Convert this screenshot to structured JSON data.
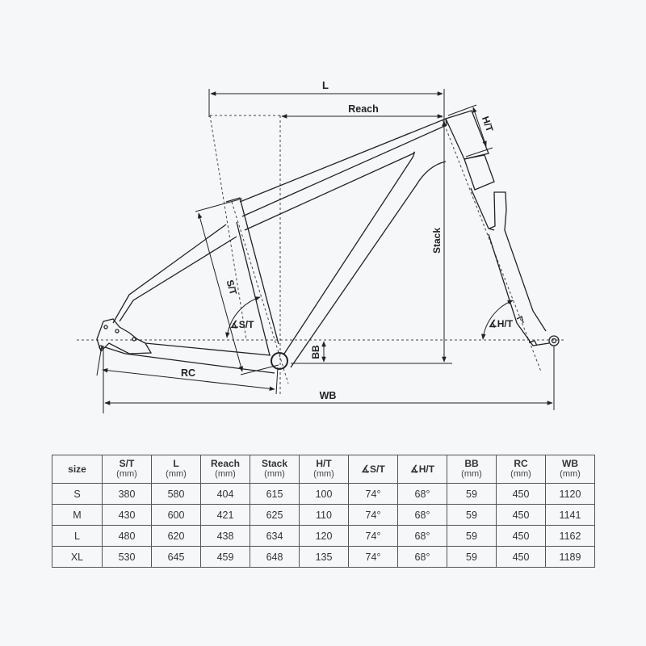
{
  "diagram": {
    "labels": {
      "L": "L",
      "reach": "Reach",
      "ht": "H/T",
      "stack": "Stack",
      "st": "S/T",
      "st_angle": "∡S/T",
      "ht_angle": "∡H/T",
      "bb": "BB",
      "rc": "RC",
      "wb": "WB"
    },
    "line_color": "#222222",
    "background": "#f6f7f9"
  },
  "table": {
    "headers": [
      {
        "label": "size",
        "unit": ""
      },
      {
        "label": "S/T",
        "unit": "(mm)"
      },
      {
        "label": "L",
        "unit": "(mm)"
      },
      {
        "label": "Reach",
        "unit": "(mm)"
      },
      {
        "label": "Stack",
        "unit": "(mm)"
      },
      {
        "label": "H/T",
        "unit": "(mm)"
      },
      {
        "label": "∡S/T",
        "unit": ""
      },
      {
        "label": "∡H/T",
        "unit": ""
      },
      {
        "label": "BB",
        "unit": "(mm)"
      },
      {
        "label": "RC",
        "unit": "(mm)"
      },
      {
        "label": "WB",
        "unit": "(mm)"
      }
    ],
    "rows": [
      [
        "S",
        "380",
        "580",
        "404",
        "615",
        "100",
        "74°",
        "68°",
        "59",
        "450",
        "1120"
      ],
      [
        "M",
        "430",
        "600",
        "421",
        "625",
        "110",
        "74°",
        "68°",
        "59",
        "450",
        "1141"
      ],
      [
        "L",
        "480",
        "620",
        "438",
        "634",
        "120",
        "74°",
        "68°",
        "59",
        "450",
        "1162"
      ],
      [
        "XL",
        "530",
        "645",
        "459",
        "648",
        "135",
        "74°",
        "68°",
        "59",
        "450",
        "1189"
      ]
    ]
  }
}
